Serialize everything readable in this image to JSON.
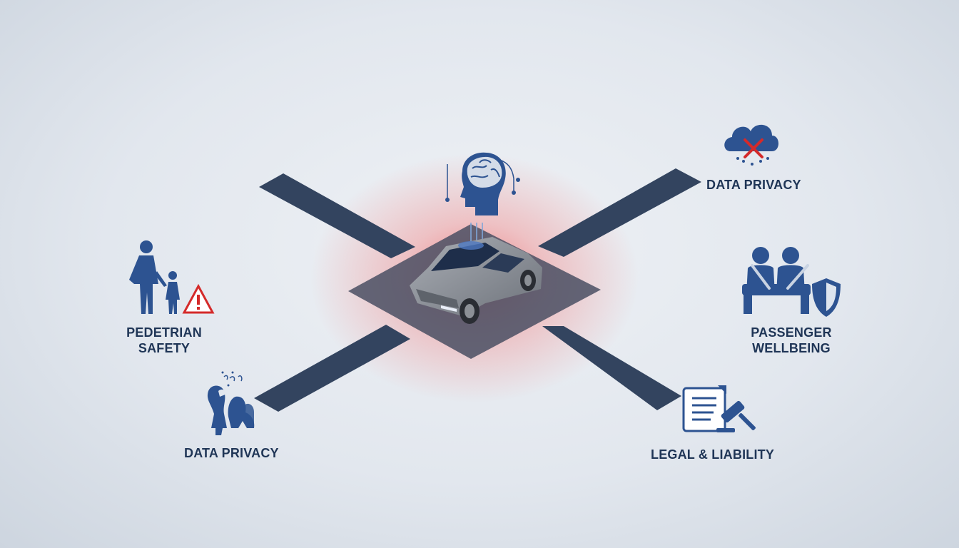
{
  "labels": {
    "data_privacy_top": "DATA PRIVACY",
    "pedestrian_safety": [
      "PEDETRIAN",
      "SAFETY"
    ],
    "data_privacy_bottom": "DATA PRIVACY",
    "passenger_wellbeing": [
      "PASSENGER",
      "WELLBEING"
    ],
    "legal_liability": "LEGAL & LIABILITY"
  },
  "colors": {
    "road": "#33445f",
    "icon_blue": "#2d5391",
    "warning_red": "#d42a2a",
    "glow": "#f05a5a",
    "car": "#8a8f97"
  },
  "icons": [
    "brain-head-icon",
    "cloud-x-icon",
    "pedestrian-family-warning-icon",
    "crowd-icon",
    "seatbelt-passengers-shield-icon",
    "document-gavel-icon",
    "autonomous-car-icon"
  ]
}
